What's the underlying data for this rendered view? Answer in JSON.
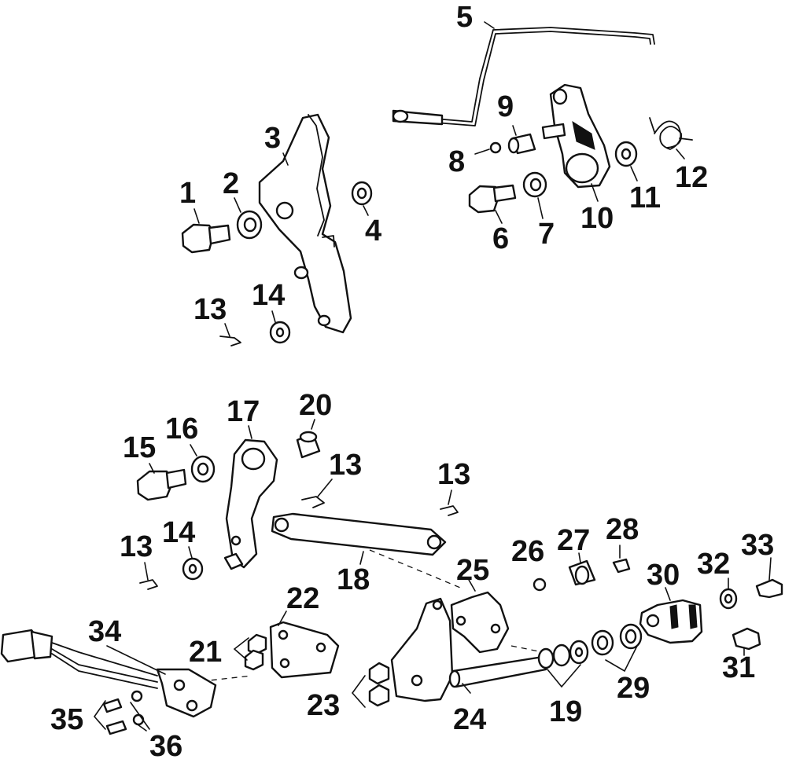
{
  "callouts": [
    {
      "id": "1",
      "text": "1"
    },
    {
      "id": "2",
      "text": "2"
    },
    {
      "id": "3",
      "text": "3"
    },
    {
      "id": "4",
      "text": "4"
    },
    {
      "id": "5",
      "text": "5"
    },
    {
      "id": "6",
      "text": "6"
    },
    {
      "id": "7",
      "text": "7"
    },
    {
      "id": "8",
      "text": "8"
    },
    {
      "id": "9",
      "text": "9"
    },
    {
      "id": "10",
      "text": "10"
    },
    {
      "id": "11",
      "text": "11"
    },
    {
      "id": "12",
      "text": "12"
    },
    {
      "id": "13a",
      "text": "13"
    },
    {
      "id": "14a",
      "text": "14"
    },
    {
      "id": "15",
      "text": "15"
    },
    {
      "id": "16",
      "text": "16"
    },
    {
      "id": "17",
      "text": "17"
    },
    {
      "id": "20",
      "text": "20"
    },
    {
      "id": "13b",
      "text": "13"
    },
    {
      "id": "13c",
      "text": "13"
    },
    {
      "id": "13d",
      "text": "13"
    },
    {
      "id": "14b",
      "text": "14"
    },
    {
      "id": "18",
      "text": "18"
    },
    {
      "id": "26",
      "text": "26"
    },
    {
      "id": "27",
      "text": "27"
    },
    {
      "id": "28",
      "text": "28"
    },
    {
      "id": "25",
      "text": "25"
    },
    {
      "id": "30",
      "text": "30"
    },
    {
      "id": "32",
      "text": "32"
    },
    {
      "id": "33",
      "text": "33"
    },
    {
      "id": "22",
      "text": "22"
    },
    {
      "id": "34",
      "text": "34"
    },
    {
      "id": "21",
      "text": "21"
    },
    {
      "id": "31",
      "text": "31"
    },
    {
      "id": "29",
      "text": "29"
    },
    {
      "id": "23",
      "text": "23"
    },
    {
      "id": "19",
      "text": "19"
    },
    {
      "id": "24",
      "text": "24"
    },
    {
      "id": "35",
      "text": "35"
    },
    {
      "id": "36",
      "text": "36"
    }
  ]
}
